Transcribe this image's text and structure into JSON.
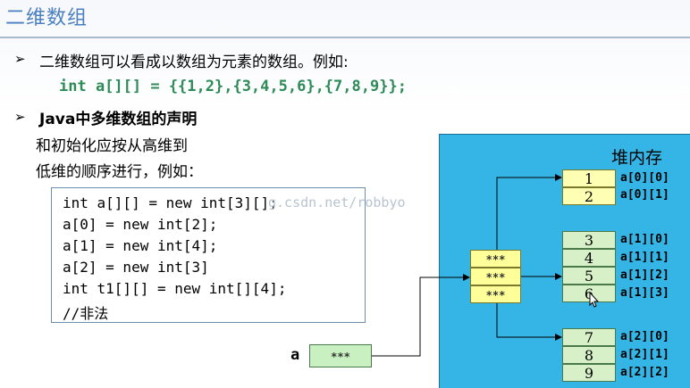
{
  "title": "二维数组",
  "bullets": [
    {
      "text": "二维数组可以看成以数组为元素的数组。例如:"
    },
    {
      "text": "Java中多维数组的声明"
    }
  ],
  "example_code": "int a[][] = {{1,2},{3,4,5,6},{7,8,9}};",
  "para_lines": [
    "和初始化应按从高维到",
    "低维的顺序进行，例如："
  ],
  "code_lines": [
    "int a[][] = new int[3][];",
    "a[0] = new int[2];",
    "a[1] = new int[4];",
    "a[2] = new int[3]",
    "int t1[][] = new int[][4];",
    "//非法"
  ],
  "watermark": "g.csdn.net/robbyo",
  "heap_title": "堆内存",
  "pointer_text": "***",
  "var_label": "a",
  "groups": [
    {
      "values": [
        "1",
        "2"
      ],
      "indices": [
        "a[0][0]",
        "a[0][1]"
      ]
    },
    {
      "values": [
        "3",
        "4",
        "5",
        "6"
      ],
      "indices": [
        "a[1][0]",
        "a[1][1]",
        "a[1][2]",
        "a[1][3]"
      ]
    },
    {
      "values": [
        "7",
        "8",
        "9"
      ],
      "indices": [
        "a[2][0]",
        "a[2][1]",
        "a[2][2]"
      ]
    }
  ]
}
